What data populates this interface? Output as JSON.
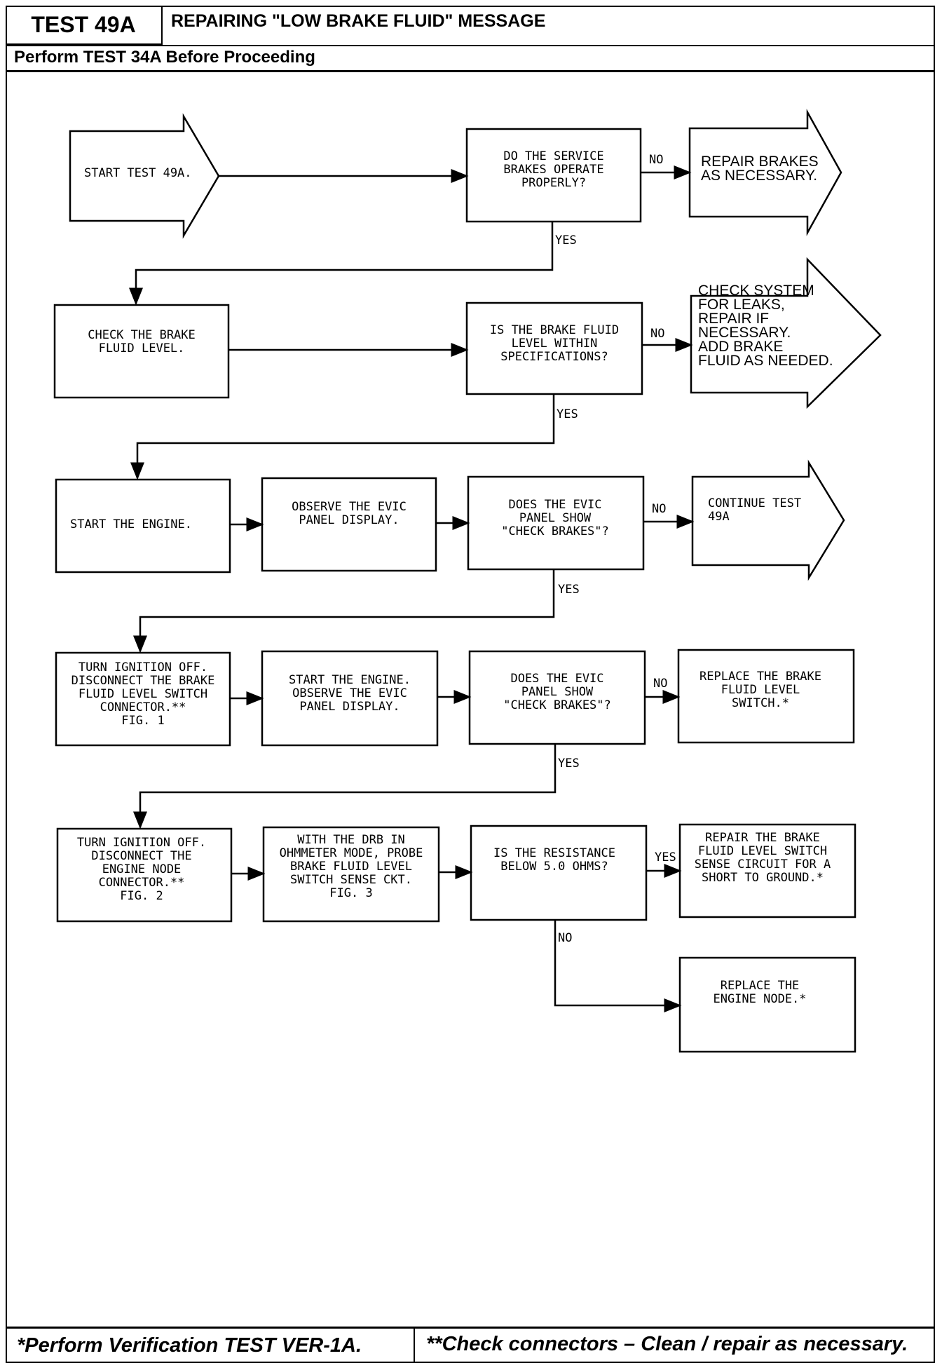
{
  "header": {
    "test_id": "TEST 49A",
    "title": "REPAIRING \"LOW BRAKE FLUID\" MESSAGE",
    "prereq": "Perform TEST 34A Before Proceeding"
  },
  "footer": {
    "left": "*Perform Verification TEST VER-1A.",
    "right": "**Check connectors – Clean / repair as necessary."
  },
  "flowchart": {
    "start": [
      "START TEST 49A."
    ],
    "q1": [
      "DO THE SERVICE",
      "BRAKES OPERATE",
      "PROPERLY?"
    ],
    "r1": [
      "REPAIR BRAKES",
      "AS NECESSARY."
    ],
    "s2": [
      "CHECK THE BRAKE",
      "FLUID LEVEL."
    ],
    "q2": [
      "IS THE BRAKE FLUID",
      "LEVEL WITHIN",
      "SPECIFICATIONS?"
    ],
    "r2": [
      "CHECK SYSTEM",
      "FOR LEAKS,",
      "REPAIR IF",
      "NECESSARY.",
      "ADD BRAKE",
      "FLUID AS NEEDED."
    ],
    "s3a": [
      "START THE ENGINE."
    ],
    "s3b": [
      "OBSERVE THE EVIC",
      "PANEL DISPLAY."
    ],
    "q3": [
      "DOES THE EVIC",
      "PANEL SHOW",
      "\"CHECK BRAKES\"?"
    ],
    "r3": [
      "CONTINUE TEST",
      "49A"
    ],
    "s4a": [
      "TURN IGNITION OFF.",
      "DISCONNECT THE BRAKE",
      "FLUID LEVEL SWITCH",
      "CONNECTOR.**",
      "FIG. 1"
    ],
    "s4b": [
      "START THE ENGINE.",
      "OBSERVE THE EVIC",
      "PANEL DISPLAY."
    ],
    "q4": [
      "DOES THE EVIC",
      "PANEL SHOW",
      "\"CHECK BRAKES\"?"
    ],
    "r4": [
      "REPLACE THE BRAKE",
      "FLUID LEVEL",
      "SWITCH.*"
    ],
    "s5a": [
      "TURN IGNITION OFF.",
      "DISCONNECT THE",
      "ENGINE NODE",
      "CONNECTOR.**",
      "FIG. 2"
    ],
    "s5b": [
      "WITH THE DRB IN",
      "OHMMETER MODE, PROBE",
      "BRAKE FLUID LEVEL",
      "SWITCH SENSE CKT.",
      "FIG. 3"
    ],
    "q5": [
      "IS THE RESISTANCE",
      "BELOW 5.0 OHMS?"
    ],
    "r5": [
      "REPAIR THE BRAKE",
      "FLUID LEVEL SWITCH",
      "SENSE CIRCUIT FOR A",
      "SHORT TO GROUND.*"
    ],
    "r6": [
      "REPLACE THE",
      "ENGINE NODE.*"
    ],
    "yes": "YES",
    "no": "NO"
  }
}
